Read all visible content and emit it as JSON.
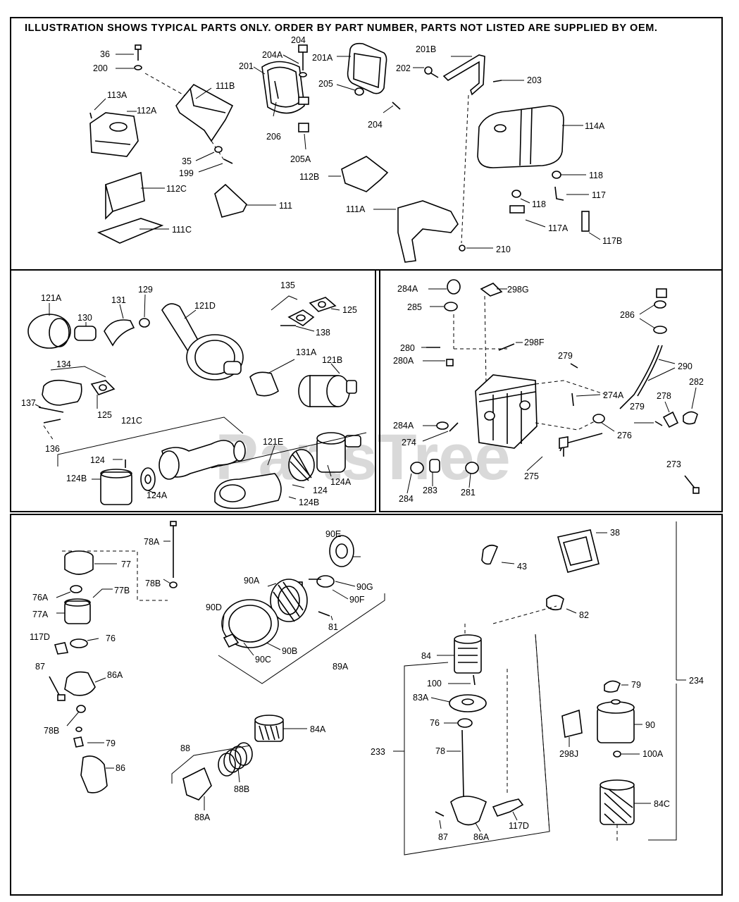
{
  "header": "ILLUSTRATION SHOWS TYPICAL PARTS ONLY. ORDER BY PART NUMBER, PARTS NOT LISTED ARE SUPPLIED BY OEM.",
  "watermark": "PartsTree",
  "colors": {
    "ink": "#000000",
    "paper": "#ffffff",
    "watermark": "#d9d9d9"
  },
  "labels": {
    "p36": "36",
    "p200": "200",
    "p113A": "113A",
    "p112A": "112A",
    "p111B": "111B",
    "p201": "201",
    "p204a": "204",
    "p204A": "204A",
    "p201A": "201A",
    "p201B": "201B",
    "p202": "202",
    "p203": "203",
    "p205": "205",
    "p204b": "204",
    "p206": "206",
    "p205A": "205A",
    "p35": "35",
    "p199": "199",
    "p112C": "112C",
    "p111C": "111C",
    "p111": "111",
    "p112B": "112B",
    "p111A": "111A",
    "p114A": "114A",
    "p118a": "118",
    "p118b": "118",
    "p117": "117",
    "p117A": "117A",
    "p117B": "117B",
    "p210": "210",
    "p121A": "121A",
    "p130": "130",
    "p131": "131",
    "p129": "129",
    "p121D": "121D",
    "p135": "135",
    "p125a": "125",
    "p138": "138",
    "p134": "134",
    "p125b": "125",
    "p137": "137",
    "p136": "136",
    "p131A": "131A",
    "p121B": "121B",
    "p121C": "121C",
    "p121E": "121E",
    "p124a": "124",
    "p124B1": "124B",
    "p124A1": "124A",
    "p124b": "124",
    "p124A2": "124A",
    "p124B2": "124B",
    "p284A1": "284A",
    "p285": "285",
    "p298G": "298G",
    "p280": "280",
    "p280A": "280A",
    "p298F": "298F",
    "p279a": "279",
    "p286": "286",
    "p290": "290",
    "p274A": "274A",
    "p278": "278",
    "p282": "282",
    "p279b": "279",
    "p284A2": "284A",
    "p274": "274",
    "p276": "276",
    "p275": "275",
    "p284": "284",
    "p283": "283",
    "p281": "281",
    "p273": "273",
    "p77": "77",
    "p78A": "78A",
    "p77B": "77B",
    "p78B1": "78B",
    "p76A": "76A",
    "p77A": "77A",
    "p117D1": "117D",
    "p76a": "76",
    "p87a": "87",
    "p86A1": "86A",
    "p78B2": "78B",
    "p79a": "79",
    "p86": "86",
    "p90E": "90E",
    "p90A": "90A",
    "p90G": "90G",
    "p90F": "90F",
    "p90D": "90D",
    "p81": "81",
    "p90C": "90C",
    "p90B": "90B",
    "p89A": "89A",
    "p88": "88",
    "p84A": "84A",
    "p88B": "88B",
    "p88A": "88A",
    "p43": "43",
    "p38": "38",
    "p82": "82",
    "p84": "84",
    "p100": "100",
    "p83A": "83A",
    "p76b": "76",
    "p78": "78",
    "p233": "233",
    "p87b": "87",
    "p86A2": "86A",
    "p117D2": "117D",
    "p234": "234",
    "p79b": "79",
    "p90": "90",
    "p298J": "298J",
    "p100A": "100A",
    "p84C": "84C"
  }
}
